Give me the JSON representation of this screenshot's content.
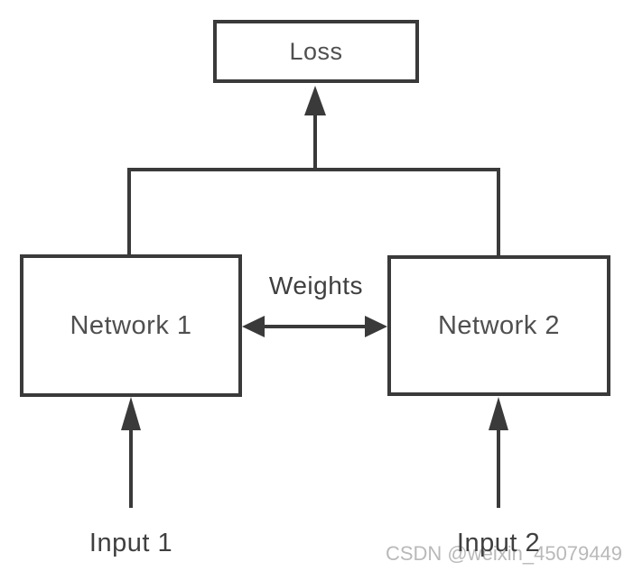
{
  "diagram": {
    "type": "flowchart",
    "description": "Siamese network architecture diagram",
    "nodes": [
      {
        "id": "loss",
        "label": "Loss"
      },
      {
        "id": "network1",
        "label": "Network 1"
      },
      {
        "id": "network2",
        "label": "Network 2"
      }
    ],
    "edges": [
      {
        "from": "network1",
        "to": "loss",
        "style": "elbow-arrow"
      },
      {
        "from": "network2",
        "to": "loss",
        "style": "elbow-arrow"
      },
      {
        "from": "network1",
        "to": "network2",
        "style": "double-headed-arrow",
        "label": "Weights"
      },
      {
        "from": "input1",
        "to": "network1",
        "style": "arrow-up"
      },
      {
        "from": "input2",
        "to": "network2",
        "style": "arrow-up"
      }
    ],
    "edge_labels": {
      "weights": "Weights"
    },
    "inputs": [
      {
        "id": "input1",
        "label": "Input 1"
      },
      {
        "id": "input2",
        "label": "Input 2"
      }
    ],
    "watermark": "CSDN @weixin_45079449",
    "colors": {
      "background": "#ffffff",
      "line": "#3a3a3a",
      "node_text": "#4f4f4f",
      "label_text": "#3f3f3f",
      "watermark_text": "#b9b9b9"
    }
  }
}
